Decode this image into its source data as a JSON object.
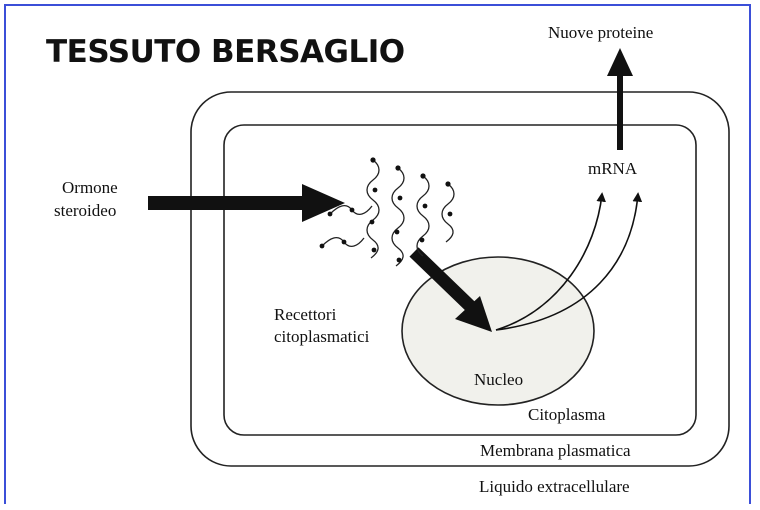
{
  "title": "TESSUTO BERSAGLIO",
  "labels": {
    "new_proteins": "Nuove proteine",
    "mrna": "mRNA",
    "hormone_line1": "Ormone",
    "hormone_line2": "steroideo",
    "receptors_line1": "Recettori",
    "receptors_line2": "citoplasmatici",
    "nucleus": "Nucleo",
    "cytoplasm": "Citoplasma",
    "plasma_membrane": "Membrana plasmatica",
    "extracellular_fluid": "Liquido extracellulare"
  },
  "colors": {
    "frame_border": "#3b4fd8",
    "ink": "#111111",
    "nucleus_fill": "#f1f1ec"
  }
}
